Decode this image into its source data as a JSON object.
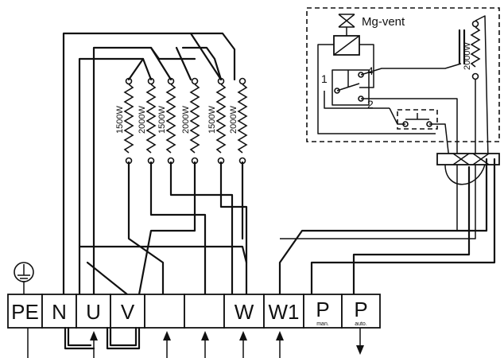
{
  "valve": {
    "label": "Mg-vent"
  },
  "thermostat": {
    "contacts": [
      "1",
      "4",
      "2"
    ]
  },
  "coil": {
    "rating": "2000W"
  },
  "heaters": [
    {
      "rating": "1500W"
    },
    {
      "rating": "2000W"
    },
    {
      "rating": "1500W"
    },
    {
      "rating": "2000W"
    },
    {
      "rating": "1500W"
    },
    {
      "rating": "2000W"
    }
  ],
  "terminals": [
    {
      "label": "PE",
      "sub": ""
    },
    {
      "label": "N",
      "sub": ""
    },
    {
      "label": "U",
      "sub": ""
    },
    {
      "label": "V",
      "sub": ""
    },
    {
      "label": "",
      "sub": ""
    },
    {
      "label": "",
      "sub": ""
    },
    {
      "label": "W",
      "sub": ""
    },
    {
      "label": "W1",
      "sub": ""
    },
    {
      "label": "P",
      "sub": "man."
    },
    {
      "label": "P",
      "sub": "auto."
    }
  ]
}
